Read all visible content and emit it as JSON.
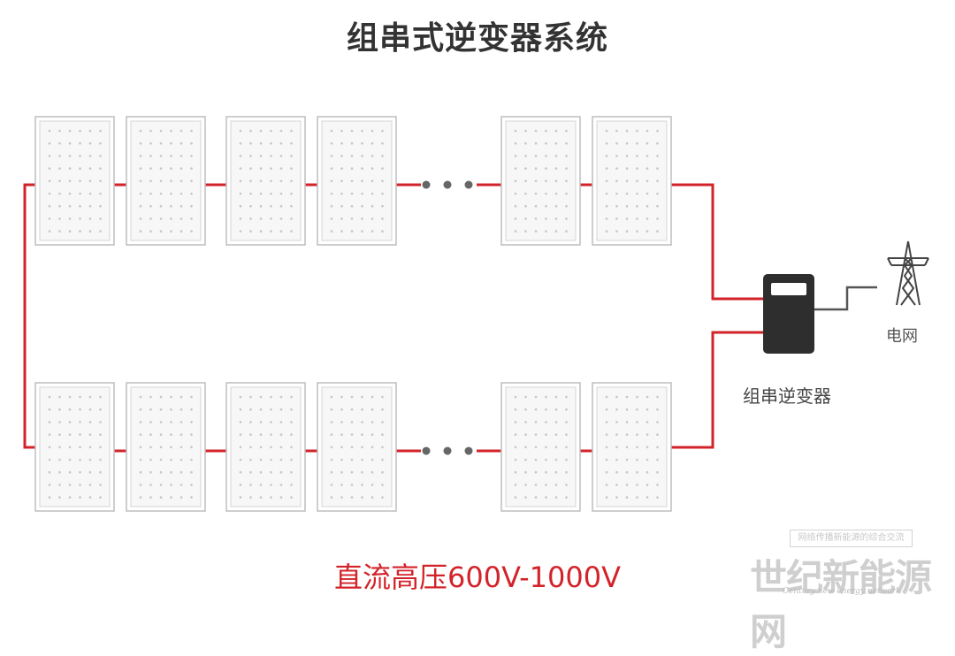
{
  "title": "组串式逆变器系统",
  "dc_voltage_label": "直流高压600V-1000V",
  "inverter": {
    "label": "组串逆变器",
    "icon": "string-inverter-icon"
  },
  "grid": {
    "label": "电网",
    "icon": "transmission-tower-icon"
  },
  "strings": [
    {
      "name": "upper-string",
      "panels": 6,
      "ellipsis": "• • •"
    },
    {
      "name": "lower-string",
      "panels": 6,
      "ellipsis": "• • •"
    }
  ],
  "colors": {
    "wire": "#d3232a",
    "panel_border": "#bdbdbd",
    "panel_fill": "#f7f7f7",
    "inverter_body": "#2e2e2e",
    "grid_line": "#555555",
    "title": "#333333"
  },
  "watermark": {
    "tag": "网络传播新能源的综合交流",
    "main": "世纪新能源网",
    "sub": "Century new energy network"
  }
}
